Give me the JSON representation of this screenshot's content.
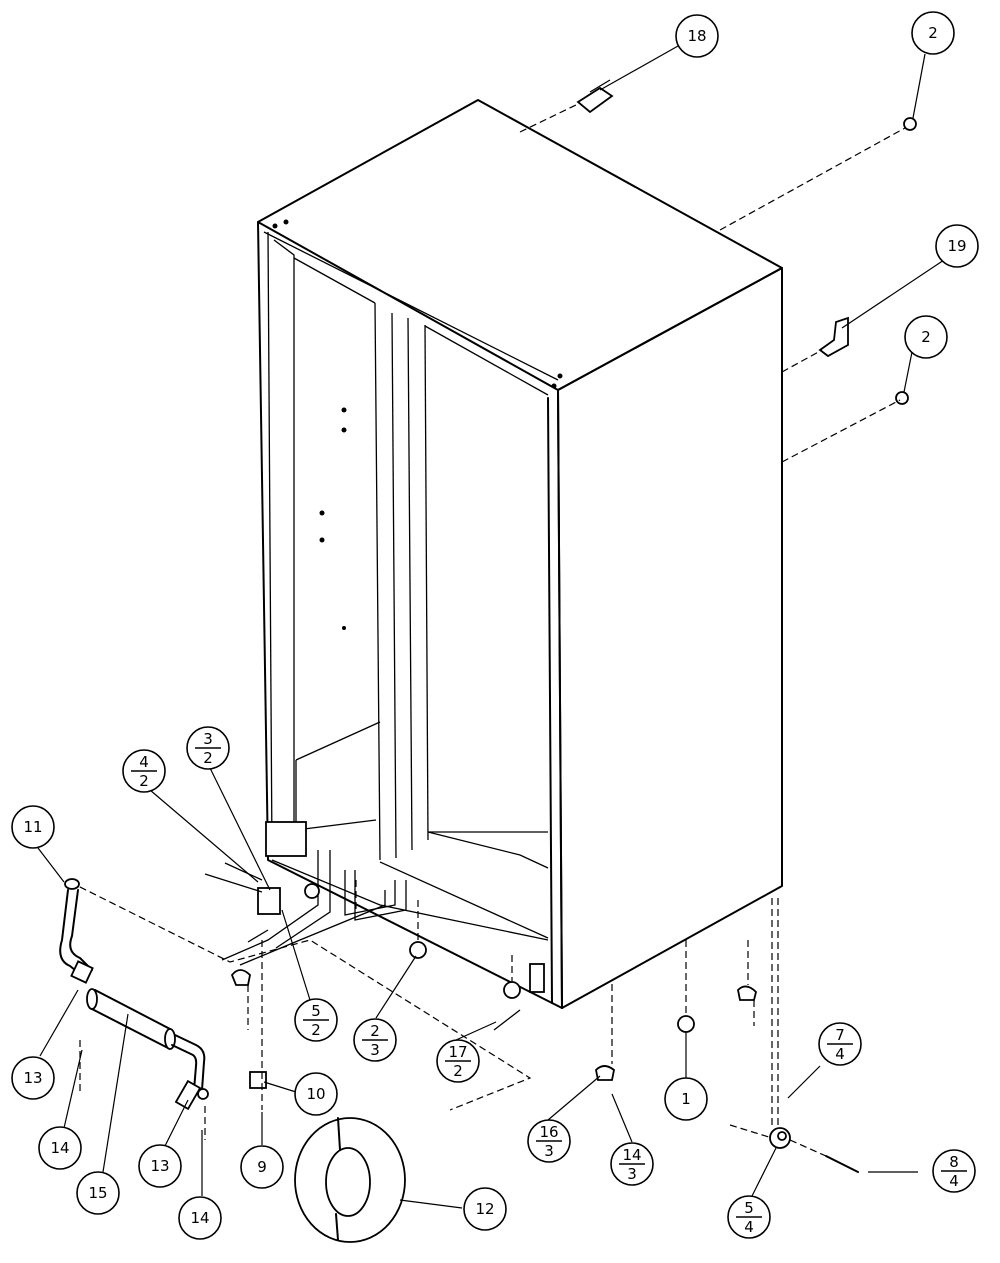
{
  "callouts": [
    {
      "id": "c18",
      "num": "18",
      "den": ""
    },
    {
      "id": "c2a",
      "num": "2",
      "den": ""
    },
    {
      "id": "c19",
      "num": "19",
      "den": ""
    },
    {
      "id": "c2b",
      "num": "2",
      "den": ""
    },
    {
      "id": "c3-2",
      "num": "3",
      "den": "2"
    },
    {
      "id": "c4-2",
      "num": "4",
      "den": "2"
    },
    {
      "id": "c11",
      "num": "11",
      "den": ""
    },
    {
      "id": "c13a",
      "num": "13",
      "den": ""
    },
    {
      "id": "c14a",
      "num": "14",
      "den": ""
    },
    {
      "id": "c15",
      "num": "15",
      "den": ""
    },
    {
      "id": "c13b",
      "num": "13",
      "den": ""
    },
    {
      "id": "c14b",
      "num": "14",
      "den": ""
    },
    {
      "id": "c5-2",
      "num": "5",
      "den": "2"
    },
    {
      "id": "c10",
      "num": "10",
      "den": ""
    },
    {
      "id": "c9",
      "num": "9",
      "den": ""
    },
    {
      "id": "c12",
      "num": "12",
      "den": ""
    },
    {
      "id": "c2-3",
      "num": "2",
      "den": "3"
    },
    {
      "id": "c17-2",
      "num": "17",
      "den": "2"
    },
    {
      "id": "c16-3",
      "num": "16",
      "den": "3"
    },
    {
      "id": "c14-3",
      "num": "14",
      "den": "3"
    },
    {
      "id": "c1",
      "num": "1",
      "den": ""
    },
    {
      "id": "c7-4",
      "num": "7",
      "den": "4"
    },
    {
      "id": "c5-4",
      "num": "5",
      "den": "4"
    },
    {
      "id": "c8-4",
      "num": "8",
      "den": "4"
    }
  ]
}
